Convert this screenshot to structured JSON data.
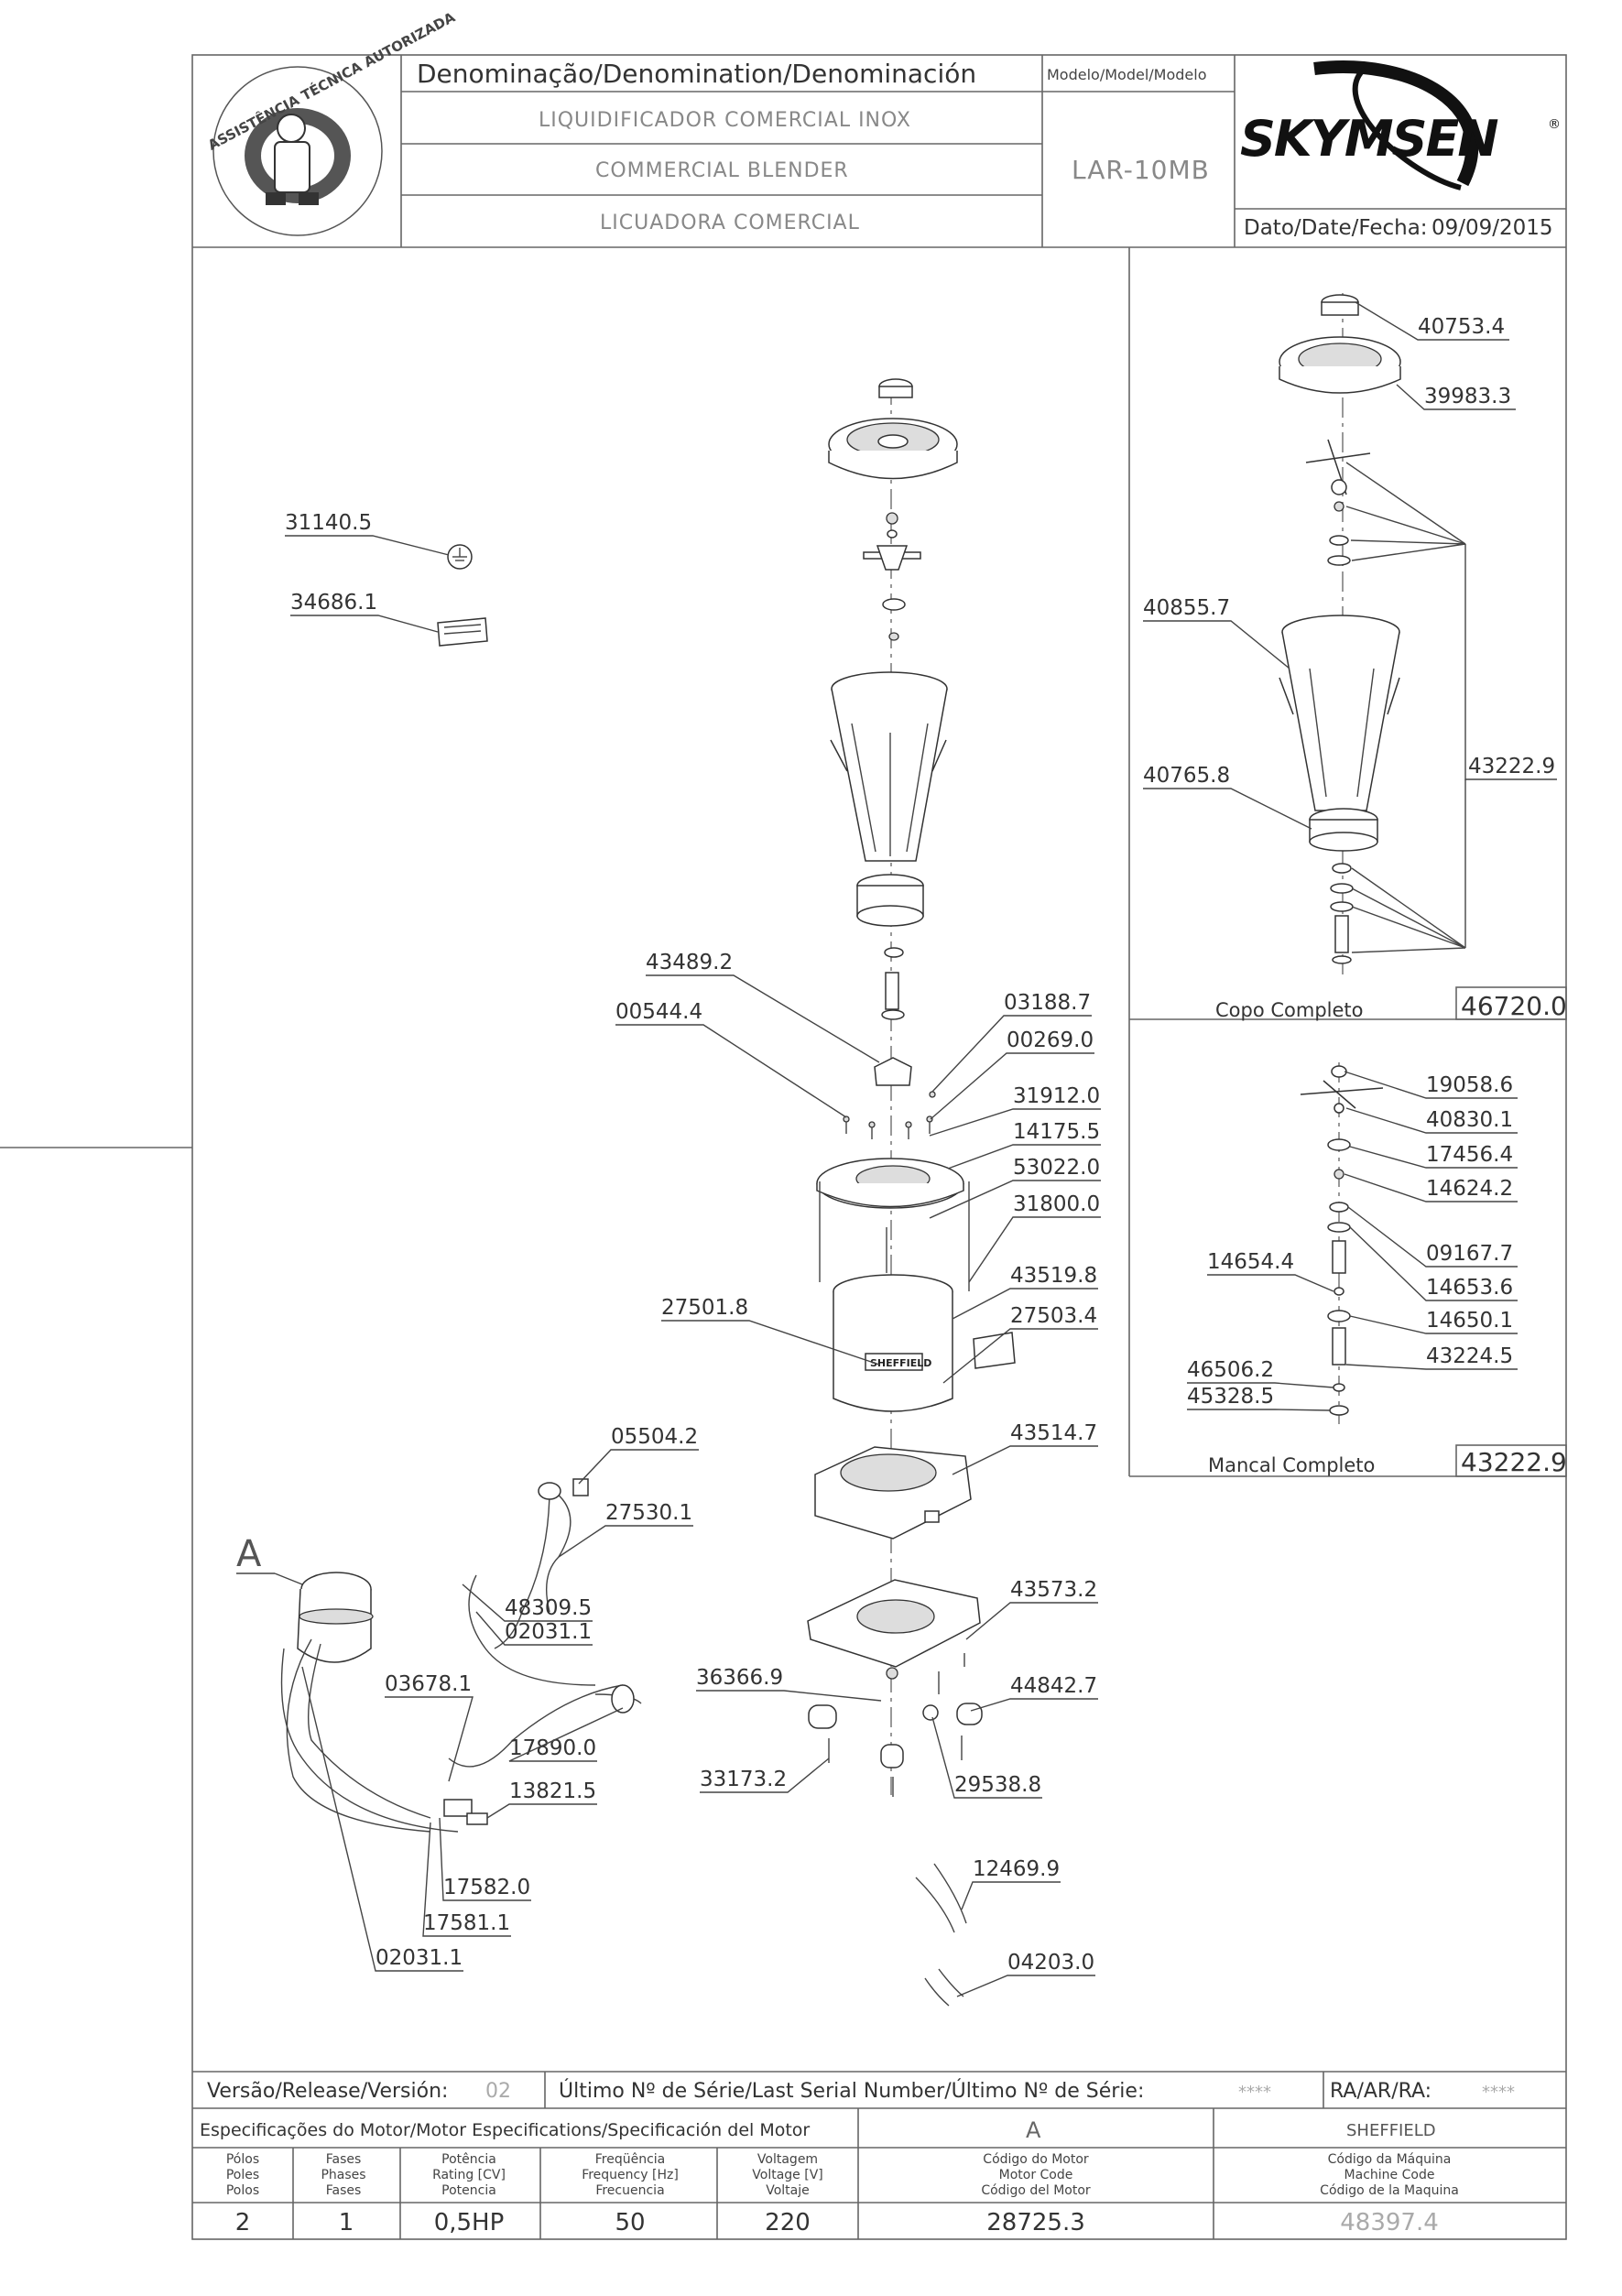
{
  "header": {
    "denomination_label": "Denominação/Denomination/Denominación",
    "name_pt": "LIQUIDIFICADOR COMERCIAL INOX",
    "name_en": "COMMERCIAL BLENDER",
    "name_es": "LICUADORA COMERCIAL",
    "model_label": "Modelo/Model/Modelo",
    "model_value": "LAR-10MB",
    "brand": "SKYMSEN",
    "brand_mark": "®",
    "date_label": "Dato/Date/Fecha:",
    "date_value": "09/09/2015",
    "badge_text_top": "ASSISTÊNCIA TÉCNICA AUTORIZADA"
  },
  "main_parts": [
    {
      "code": "31140.5"
    },
    {
      "code": "34686.1"
    },
    {
      "code": "43489.2"
    },
    {
      "code": "00544.4"
    },
    {
      "code": "03188.7"
    },
    {
      "code": "00269.0"
    },
    {
      "code": "31912.0"
    },
    {
      "code": "14175.5"
    },
    {
      "code": "53022.0"
    },
    {
      "code": "31800.0"
    },
    {
      "code": "43519.8"
    },
    {
      "code": "27503.4"
    },
    {
      "code": "27501.8"
    },
    {
      "code": "43514.7"
    },
    {
      "code": "05504.2"
    },
    {
      "code": "27530.1"
    },
    {
      "code": "48309.5"
    },
    {
      "code": "02031.1"
    },
    {
      "code": "03678.1"
    },
    {
      "code": "17890.0"
    },
    {
      "code": "13821.5"
    },
    {
      "code": "17582.0"
    },
    {
      "code": "17581.1"
    },
    {
      "code": "02031.1"
    },
    {
      "code": "43573.2"
    },
    {
      "code": "36366.9"
    },
    {
      "code": "44842.7"
    },
    {
      "code": "33173.2"
    },
    {
      "code": "29538.8"
    },
    {
      "code": "12469.9"
    },
    {
      "code": "04203.0"
    }
  ],
  "view_label_a": "A",
  "sheffield_label": "SHEFFIELD",
  "copo_panel": {
    "title": "Copo Completo",
    "code": "46720.0",
    "parts": [
      {
        "code": "40753.4"
      },
      {
        "code": "39983.3"
      },
      {
        "code": "40855.7"
      },
      {
        "code": "40765.8"
      },
      {
        "code": "43222.9"
      }
    ]
  },
  "mancal_panel": {
    "title": "Mancal Completo",
    "code": "43222.9",
    "parts": [
      {
        "code": "19058.6"
      },
      {
        "code": "40830.1"
      },
      {
        "code": "17456.4"
      },
      {
        "code": "14624.2"
      },
      {
        "code": "09167.7"
      },
      {
        "code": "14654.4"
      },
      {
        "code": "14653.6"
      },
      {
        "code": "14650.1"
      },
      {
        "code": "43224.5"
      },
      {
        "code": "46506.2"
      },
      {
        "code": "45328.5"
      }
    ]
  },
  "footer": {
    "release_label": "Versão/Release/Versión:",
    "release_value": "02",
    "serial_label": "Último Nº de Série/Last Serial Number/Último Nº de Série:",
    "serial_value": "****",
    "ra_label": "RA/AR/RA:",
    "ra_value": "****",
    "motor_spec_label": "Especificações do Motor/Motor Especifications/Specificación del Motor",
    "motor_variant": "A",
    "machine_variant": "SHEFFIELD",
    "col_poles": [
      "Pólos",
      "Poles",
      "Polos"
    ],
    "col_phases": [
      "Fases",
      "Phases",
      "Fases"
    ],
    "col_power": [
      "Potência",
      "Rating [CV]",
      "Potencia"
    ],
    "col_freq": [
      "Freqüência",
      "Frequency [Hz]",
      "Frecuencia"
    ],
    "col_voltage": [
      "Voltagem",
      "Voltage [V]",
      "Voltaje"
    ],
    "col_motor_code": [
      "Código do Motor",
      "Motor Code",
      "Código del Motor"
    ],
    "col_machine_code": [
      "Código da Máquina",
      "Machine Code",
      "Código de la Maquina"
    ],
    "poles": "2",
    "phases": "1",
    "power": "0,5HP",
    "frequency": "50",
    "voltage": "220",
    "motor_code": "28725.3",
    "machine_code": "48397.4"
  }
}
